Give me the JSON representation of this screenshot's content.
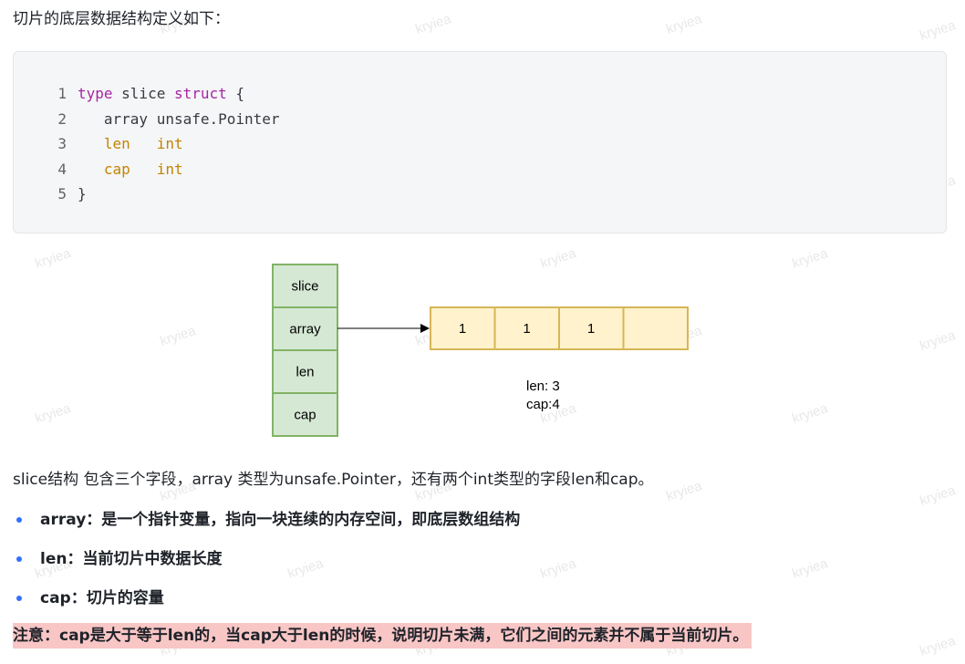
{
  "intro": "切片的底层数据结构定义如下：",
  "code": {
    "lines": [
      {
        "num": "1",
        "tokens": [
          {
            "t": "type",
            "c": "kw"
          },
          {
            "t": " slice ",
            "c": "plain"
          },
          {
            "t": "struct",
            "c": "kw"
          },
          {
            "t": " {",
            "c": "plain"
          }
        ]
      },
      {
        "num": "2",
        "tokens": [
          {
            "t": "   array unsafe.Pointer",
            "c": "plain"
          }
        ]
      },
      {
        "num": "3",
        "tokens": [
          {
            "t": "   ",
            "c": "plain"
          },
          {
            "t": "len",
            "c": "fld"
          },
          {
            "t": "   ",
            "c": "plain"
          },
          {
            "t": "int",
            "c": "fld"
          }
        ]
      },
      {
        "num": "4",
        "tokens": [
          {
            "t": "   ",
            "c": "plain"
          },
          {
            "t": "cap",
            "c": "fld"
          },
          {
            "t": "   ",
            "c": "plain"
          },
          {
            "t": "int",
            "c": "fld"
          }
        ]
      },
      {
        "num": "5",
        "tokens": [
          {
            "t": "}",
            "c": "plain"
          }
        ]
      }
    ]
  },
  "diagram": {
    "struct_fields": [
      "slice",
      "array",
      "len",
      "cap"
    ],
    "array_cells": [
      "1",
      "1",
      "1",
      ""
    ],
    "len_label": "len: 3",
    "cap_label": "cap:4",
    "colors": {
      "struct_fill": "#d5e8d4",
      "struct_stroke": "#82b366",
      "array_fill": "#fff2cc",
      "array_stroke": "#d6b656"
    }
  },
  "paragraph": "slice结构 包含三个字段，array 类型为unsafe.Pointer，还有两个int类型的字段len和cap。",
  "bullets": [
    "array：是一个指针变量，指向一块连续的内存空间，即底层数组结构",
    "len：当前切片中数据长度",
    "cap：切片的容量"
  ],
  "note": "注意：cap是大于等于len的，当cap大于len的时候，说明切片未满，它们之间的元素并不属于当前切片。",
  "watermark": "kryiea"
}
